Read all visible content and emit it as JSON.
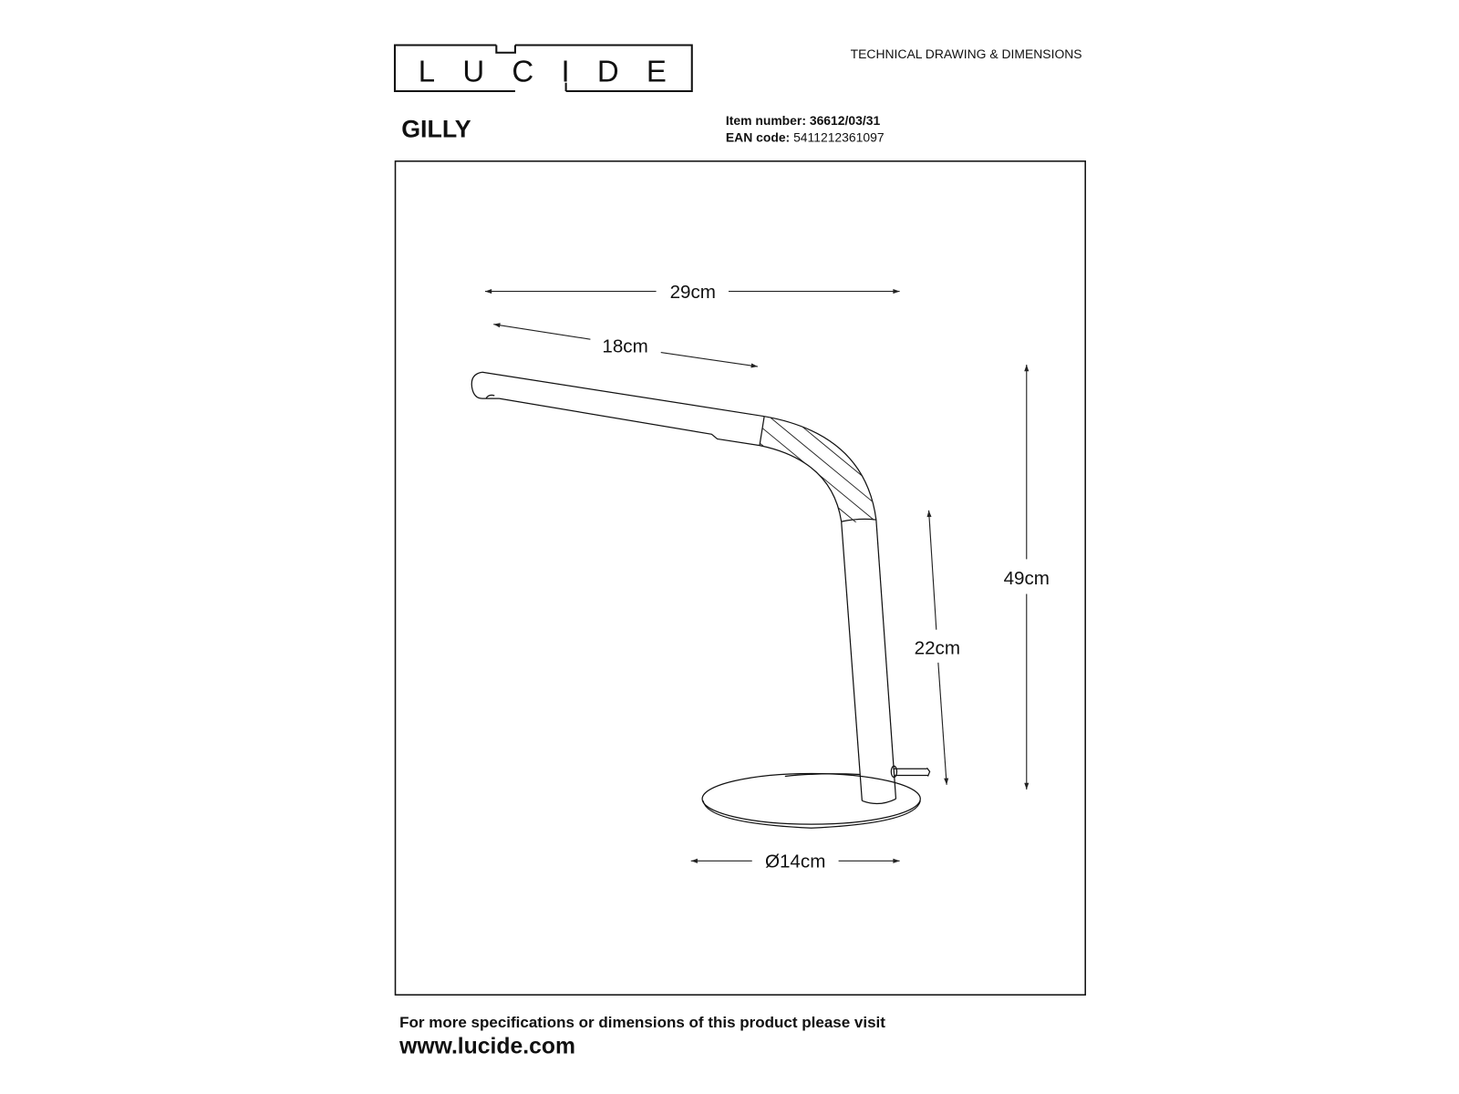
{
  "header": {
    "logo_text": "LUCIDE",
    "doc_type": "TECHNICAL DRAWING & DIMENSIONS",
    "product_name": "GILLY",
    "item_number_label": "Item number:",
    "item_number": "36612/03/31",
    "ean_label": "EAN code:",
    "ean": "5411212361097"
  },
  "dimensions": {
    "total_width": "29cm",
    "arm_length": "18cm",
    "total_height": "49cm",
    "post_height": "22cm",
    "base_diameter": "Ø14cm"
  },
  "footer": {
    "note": "For more specifications or dimensions of this product please visit",
    "url": "www.lucide.com"
  }
}
